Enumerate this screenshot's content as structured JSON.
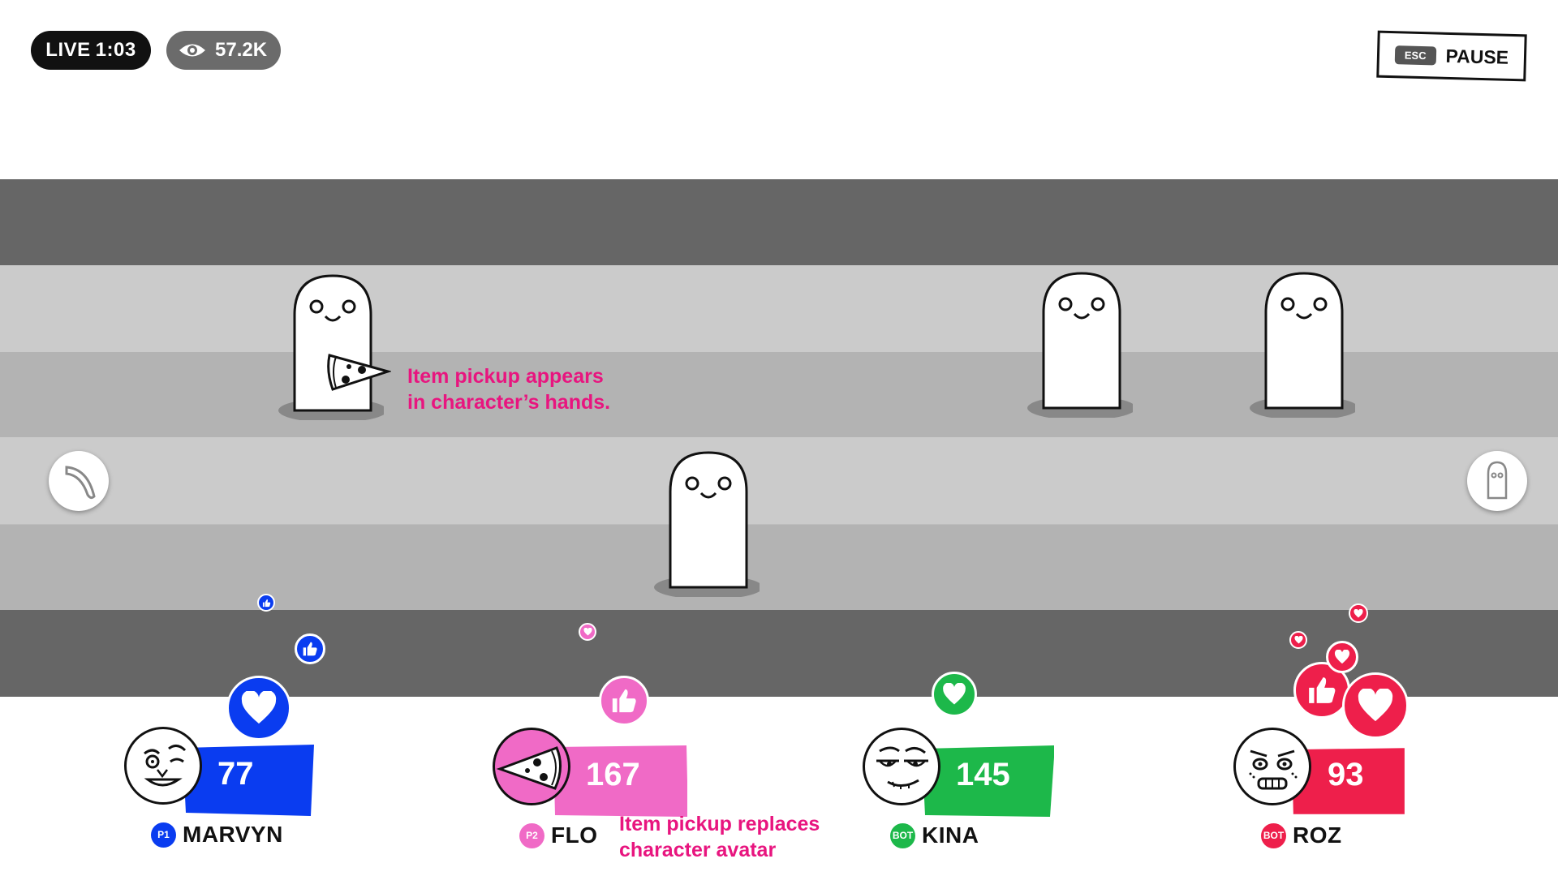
{
  "hud": {
    "live_label": "LIVE",
    "timer": "1:03",
    "viewers": "57.2K",
    "esc_key": "ESC",
    "pause_label": "PAUSE"
  },
  "icons": {
    "viewers": "eye-icon",
    "left_item": "boomerang-icon",
    "right_item": "ghost-icon",
    "held_item": "pizza-slice-icon",
    "reactions": [
      "thumbs-up-icon",
      "heart-icon"
    ]
  },
  "annotations": {
    "pickup_hands": [
      "Item pickup appears",
      "in character’s hands."
    ],
    "pickup_avatar": [
      "Item pickup replaces",
      "character avatar"
    ]
  },
  "colors": {
    "lane_dark": "#666666",
    "lane_light": "#cccccc",
    "lane_mid": "#b3b3b3",
    "annotation": "#e8157f"
  },
  "players": [
    {
      "badge": "P1",
      "name": "MARVYN",
      "score": "77",
      "color": "#0a3cf0"
    },
    {
      "badge": "P2",
      "name": "FLO",
      "score": "167",
      "color": "#f06ac6"
    },
    {
      "badge": "BOT",
      "name": "KINA",
      "score": "145",
      "color": "#1db84a"
    },
    {
      "badge": "BOT",
      "name": "ROZ",
      "score": "93",
      "color": "#ee1f4b"
    }
  ]
}
